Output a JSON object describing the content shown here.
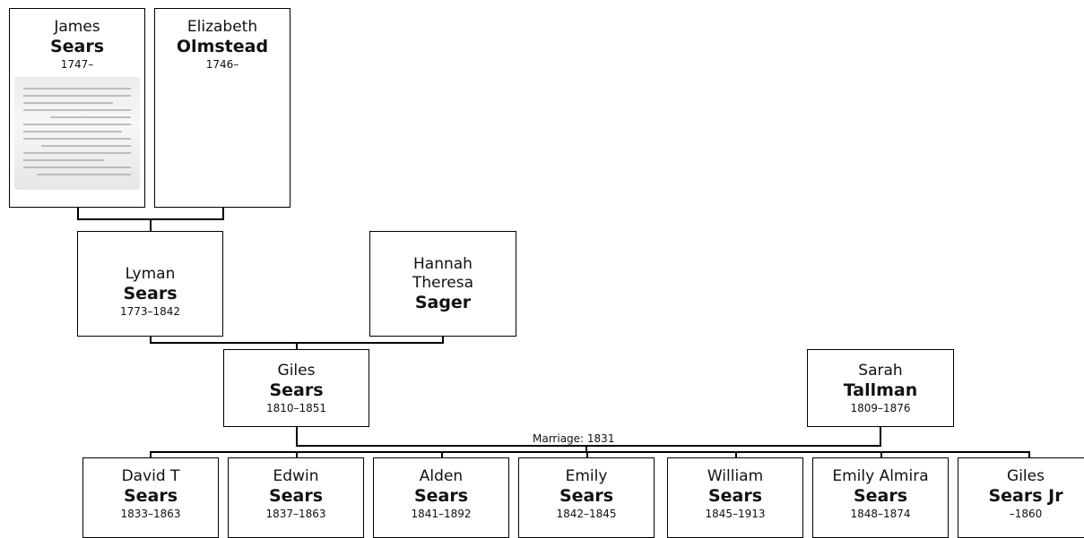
{
  "people": {
    "james": {
      "given": "James",
      "surname": "Sears",
      "dates": "1747–"
    },
    "elizabeth": {
      "given": "Elizabeth",
      "surname": "Olmstead",
      "dates": "1746–"
    },
    "lyman": {
      "given": "Lyman",
      "surname": "Sears",
      "dates": "1773–1842"
    },
    "hannah": {
      "given": "Hannah Theresa",
      "surname": "Sager",
      "dates": ""
    },
    "giles": {
      "given": "Giles",
      "surname": "Sears",
      "dates": "1810–1851"
    },
    "sarah": {
      "given": "Sarah",
      "surname": "Tallman",
      "dates": "1809–1876"
    }
  },
  "marriage_label": "Marriage: 1831",
  "children": [
    {
      "given": "David T",
      "surname": "Sears",
      "dates": "1833–1863"
    },
    {
      "given": "Edwin",
      "surname": "Sears",
      "dates": "1837–1863"
    },
    {
      "given": "Alden",
      "surname": "Sears",
      "dates": "1841–1892"
    },
    {
      "given": "Emily",
      "surname": "Sears",
      "dates": "1842–1845"
    },
    {
      "given": "William",
      "surname": "Sears",
      "dates": "1845–1913"
    },
    {
      "given": "Emily Almira",
      "surname": "Sears",
      "dates": "1848–1874"
    },
    {
      "given": "Giles",
      "surname": "Sears Jr",
      "dates": "–1860"
    }
  ]
}
